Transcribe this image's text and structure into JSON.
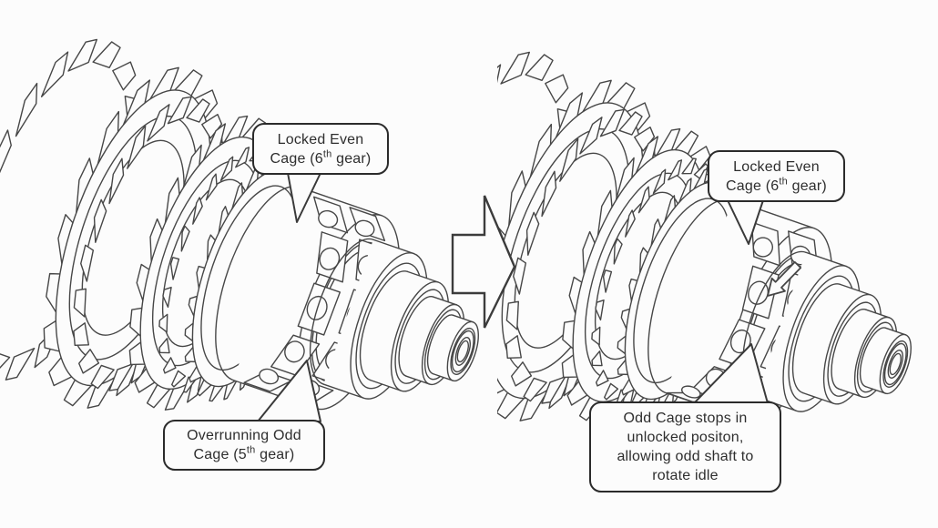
{
  "colors": {
    "background": "#fcfcfc",
    "line": "#474747",
    "text": "#2e2e2e"
  },
  "left_diagram": {
    "callout_top": {
      "line1": "Locked Even",
      "line2_pre": "Cage (6",
      "line2_sup": "th",
      "line2_post": " gear)"
    },
    "callout_bottom": {
      "line1": "Overrunning Odd",
      "line2_pre": "Cage (5",
      "line2_sup": "th",
      "line2_post": " gear)"
    }
  },
  "right_diagram": {
    "callout_top": {
      "line1": "Locked Even",
      "line2_pre": "Cage (6",
      "line2_sup": "th",
      "line2_post": " gear)"
    },
    "callout_bottom": {
      "lines": [
        "Odd Cage stops in",
        "unlocked positon,",
        "allowing odd shaft to",
        "rotate idle"
      ]
    }
  },
  "icons": {
    "transition": "right-block-arrow",
    "rotation": "cage-rotation-arrow"
  }
}
